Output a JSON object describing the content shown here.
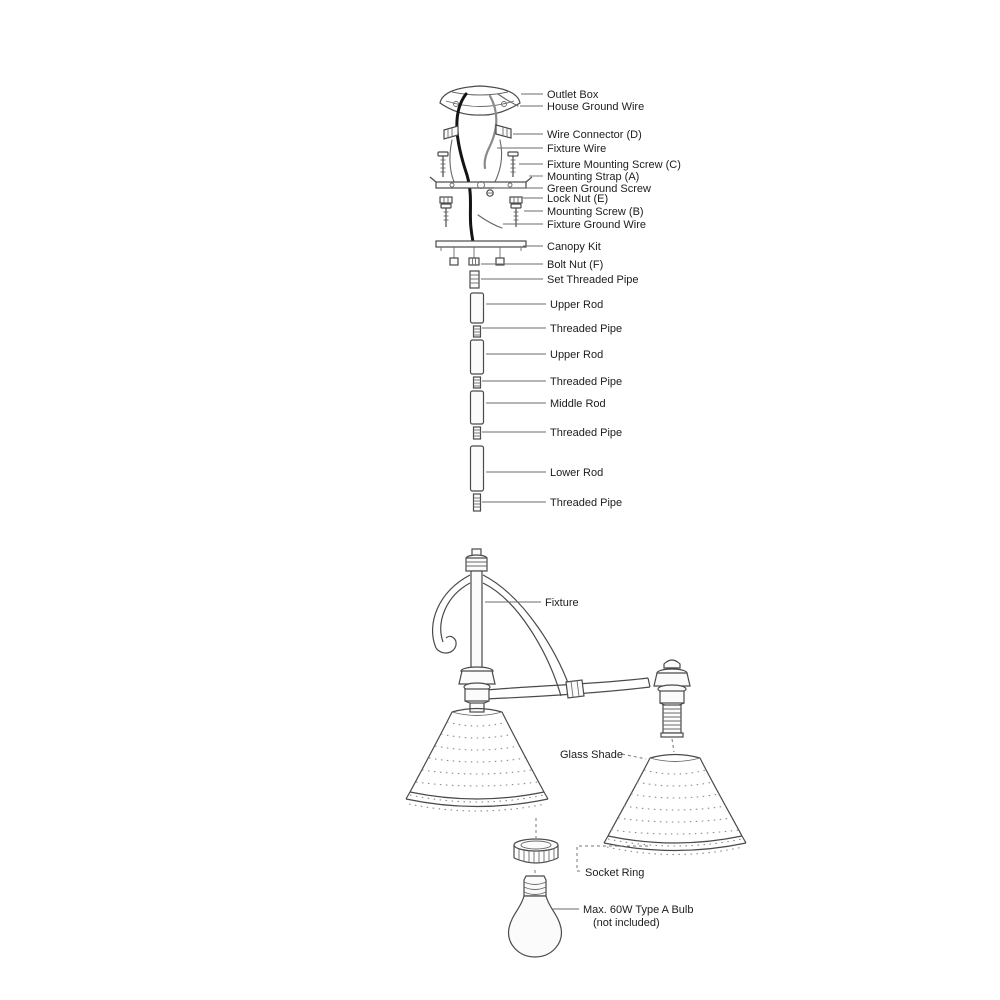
{
  "diagram": {
    "callouts": [
      "Outlet Box",
      "House Ground Wire",
      "Wire Connector (D)",
      "Fixture Wire",
      "Fixture Mounting Screw (C)",
      "Mounting Strap (A)",
      "Green Ground Screw",
      "Lock Nut (E)",
      "Mounting Screw (B)",
      "Fixture Ground Wire",
      "Canopy Kit",
      "Bolt Nut (F)",
      "Set Threaded Pipe",
      "Upper Rod",
      "Threaded Pipe",
      "Upper Rod",
      "Threaded Pipe",
      "Middle Rod",
      "Threaded Pipe",
      "Lower Rod",
      "Threaded Pipe",
      "Fixture",
      "Glass Shade",
      "Socket Ring",
      "Max. 60W Type A Bulb",
      "(not included)"
    ]
  }
}
